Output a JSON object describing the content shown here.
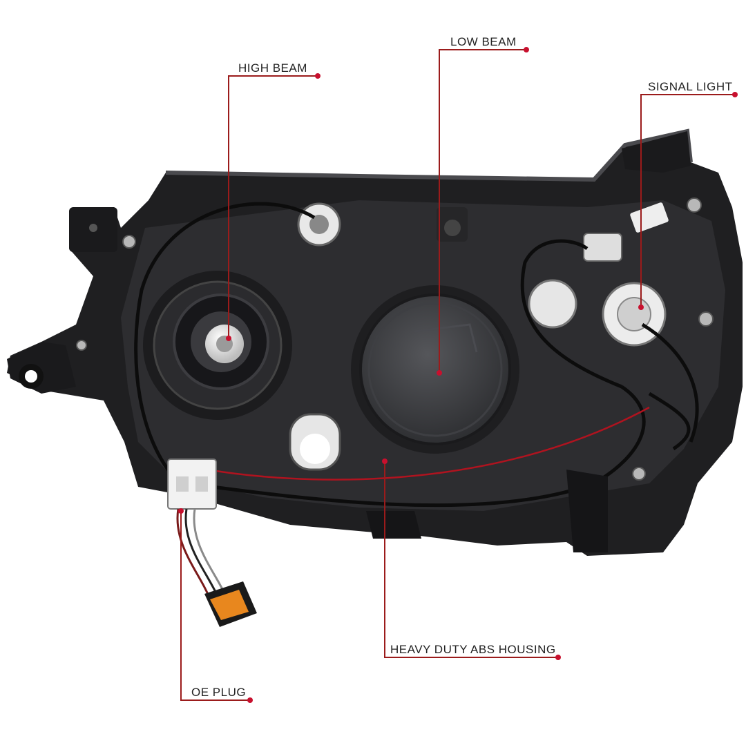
{
  "colors": {
    "leader": "#9b1b1b",
    "dot": "#c8102e",
    "label_text": "#222222",
    "housing": "#2a2a2c"
  },
  "callouts": [
    {
      "id": "high-beam",
      "label": "HIGH BEAM"
    },
    {
      "id": "low-beam",
      "label": "LOW BEAM"
    },
    {
      "id": "signal-light",
      "label": "SIGNAL LIGHT"
    },
    {
      "id": "heavy-duty-abs-housing",
      "label": "HEAVY DUTY ABS HOUSING"
    },
    {
      "id": "oe-plug",
      "label": "OE PLUG"
    }
  ]
}
